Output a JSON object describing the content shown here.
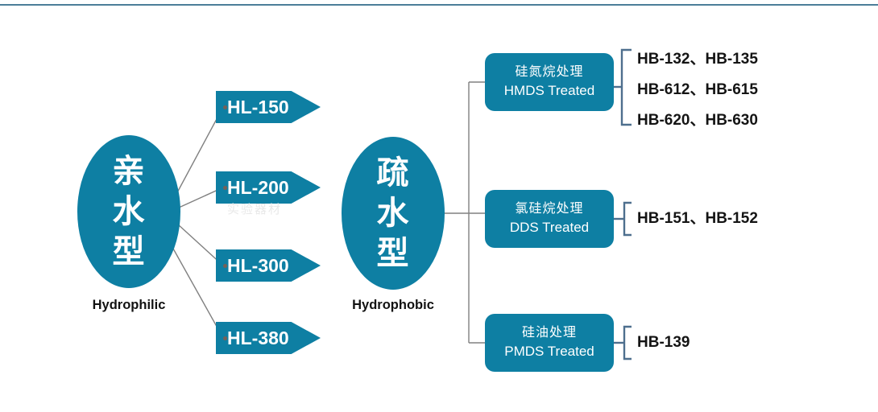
{
  "diagram": {
    "top_rule_color": "#4C7E99",
    "accent_color": "#0E7FA3",
    "bracket_color": "#4E6F8E",
    "connector_color": "#808080",
    "watermark_text": "实验器材",
    "nodes": {
      "hydrophilic": {
        "zh_chars": [
          "亲",
          "水",
          "型"
        ],
        "zh_text": "亲水型",
        "caption": "Hydrophilic"
      },
      "hydrophobic": {
        "zh_chars": [
          "疏",
          "水",
          "型"
        ],
        "zh_text": "疏水型",
        "caption": "Hydrophobic"
      }
    },
    "hydrophilic_grades": [
      {
        "label": "HL-150"
      },
      {
        "label": "HL-200"
      },
      {
        "label": "HL-300"
      },
      {
        "label": "HL-380"
      }
    ],
    "hydrophobic_branches": [
      {
        "zh": "硅氮烷处理",
        "en": "HMDS Treated",
        "products": [
          "HB-132、HB-135",
          "HB-612、HB-615",
          "HB-620、HB-630"
        ]
      },
      {
        "zh": "氯硅烷处理",
        "en": "DDS Treated",
        "products": [
          "HB-151、HB-152"
        ]
      },
      {
        "zh": "硅油处理",
        "en": "PMDS Treated",
        "products": [
          "HB-139"
        ]
      }
    ]
  }
}
